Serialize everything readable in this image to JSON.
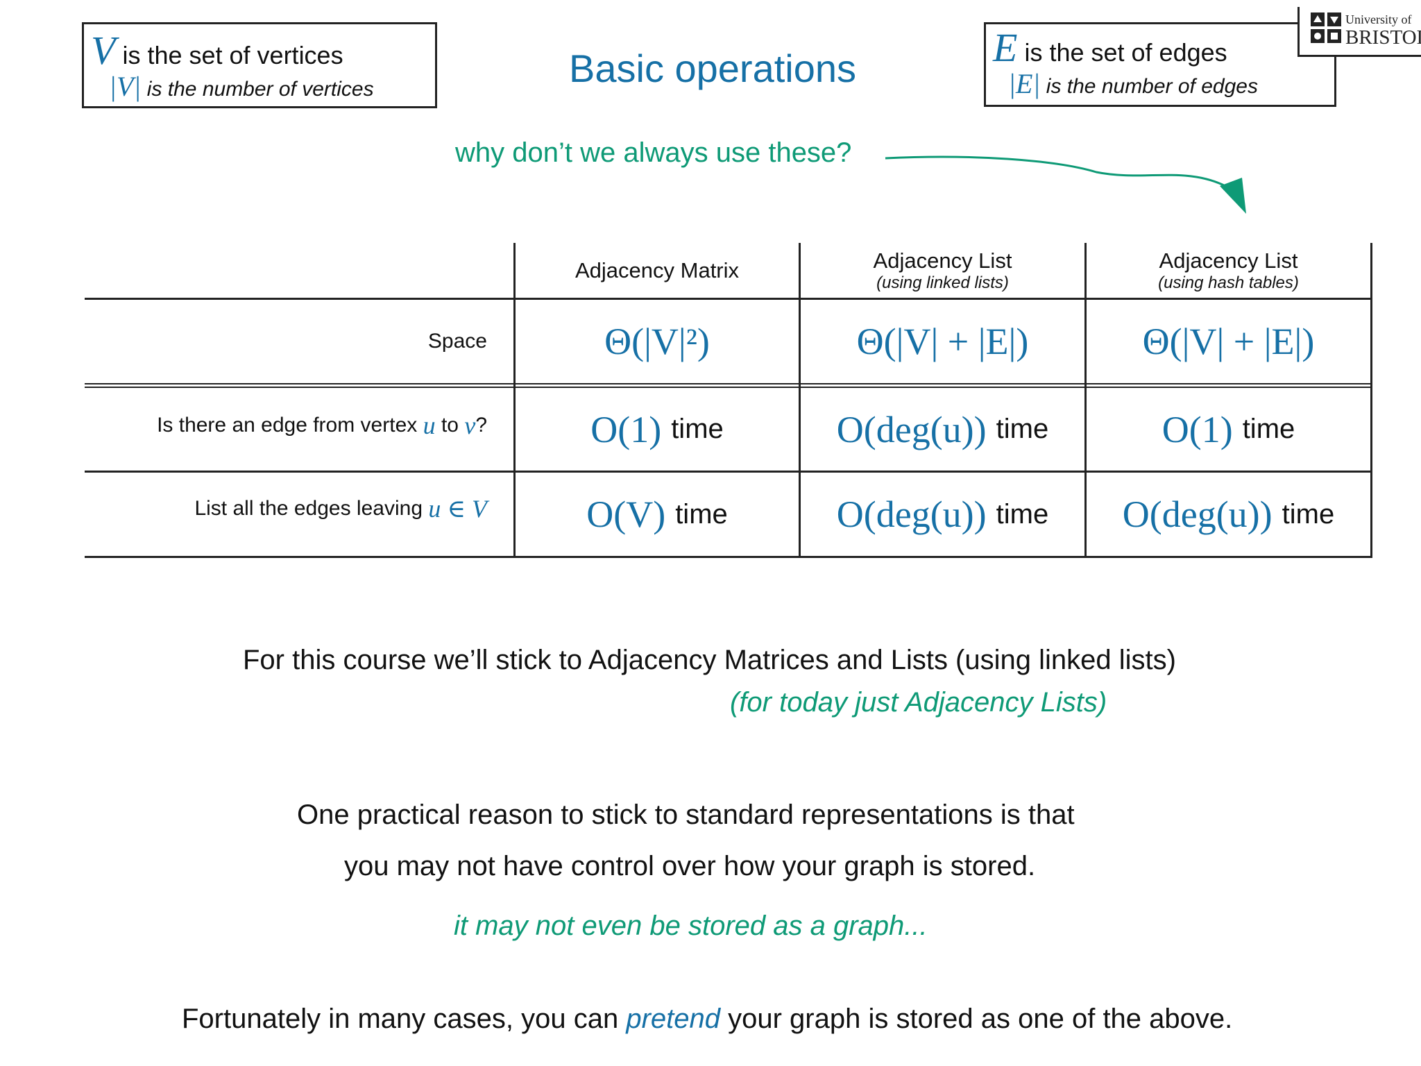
{
  "title": "Basic operations",
  "vertex_box": {
    "symbol": "V",
    "line1_text": "is the set of vertices",
    "line2_symbol": "|V|",
    "line2_text": "is the number of vertices"
  },
  "edge_box": {
    "symbol": "E",
    "line1_text": "is the set of edges",
    "line2_symbol": "|E|",
    "line2_text": "is the number of edges"
  },
  "logo": {
    "line1": "University of",
    "line2": "BRISTOL"
  },
  "question": "why don’t we always use these?",
  "table": {
    "columns": [
      {
        "title": "Adjacency Matrix",
        "subtitle": ""
      },
      {
        "title": "Adjacency List",
        "subtitle": "(using linked lists)"
      },
      {
        "title": "Adjacency List",
        "subtitle": "(using hash tables)"
      }
    ],
    "rows": {
      "space": {
        "label": "Space",
        "cells": [
          "Θ(|V|²)",
          "Θ(|V| + |E|)",
          "Θ(|V| + |E|)"
        ]
      },
      "edge_query": {
        "label_pre": "Is there an edge from vertex",
        "label_u": "u",
        "label_mid": "to",
        "label_v": "v",
        "label_post": "?",
        "cells": [
          "O(1)",
          "O(deg(u))",
          "O(1)"
        ],
        "unit": "time"
      },
      "list_edges": {
        "label_pre": "List all the edges leaving",
        "label_math": "u ∈ V",
        "cells": [
          "O(V)",
          "O(deg(u))",
          "O(deg(u))"
        ],
        "unit": "time"
      }
    }
  },
  "course_note": "For this course we’ll stick to Adjacency Matrices and Lists (using linked lists)",
  "today_note": "(for today just Adjacency Lists)",
  "reason_line1": "One practical reason to stick to standard representations is that",
  "reason_line2": "you may not have control over how your graph is stored.",
  "graph_note": "it may not even be stored as a graph...",
  "fortunately": {
    "pre": "Fortunately in many cases, you can",
    "emph": "pretend",
    "post": "your graph is stored as one of the above."
  },
  "colors": {
    "accent_blue": "#1670a6",
    "accent_green": "#0e9a76",
    "text": "#111111"
  }
}
